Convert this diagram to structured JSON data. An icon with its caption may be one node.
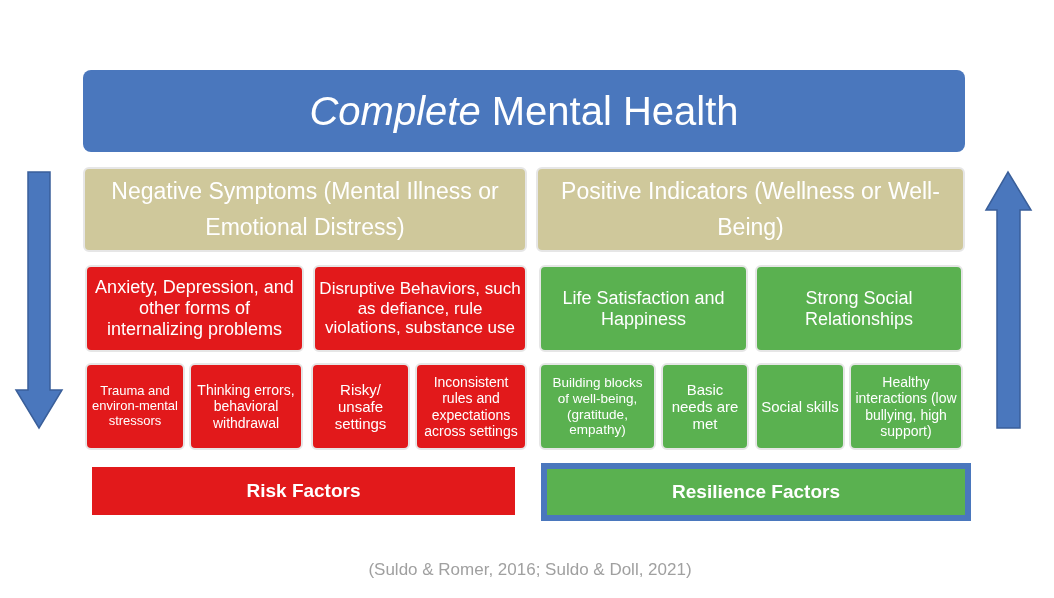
{
  "diagram": {
    "nodes": [
      {
        "text": [
          "*Complete* Mental Health"
        ]
      },
      {
        "text": [
          "Negative Symptoms (Mental Illness or Emotional Distress)"
        ]
      },
      {
        "text": [
          "Positive Indicators (Wellness or Well-Being)"
        ]
      },
      {
        "text": [
          "Anxiety, Depression, and other forms of internalizing problems"
        ]
      },
      {
        "text": [
          "Disruptive Behaviors, such as defiance, rule violations, substance use"
        ]
      },
      {
        "text": [
          "Life Satisfaction and Happiness"
        ]
      },
      {
        "text": [
          "Strong Social Relationships"
        ]
      },
      {
        "text": [
          "Trauma and environ-mental stressors"
        ]
      },
      {
        "text": [
          "Thinking errors, behavioral withdrawal"
        ]
      },
      {
        "text": [
          "Risky/ unsafe settings"
        ]
      },
      {
        "text": [
          "Inconsistent rules and expectations across settings"
        ]
      },
      {
        "text": [
          "Building blocks of well-being, (gratitude, empathy)"
        ]
      },
      {
        "text": [
          "Basic needs are met"
        ]
      },
      {
        "text": [
          "Social skills"
        ]
      },
      {
        "text": [
          "Healthy interactions (low bullying, high support)"
        ]
      },
      {
        "text": [
          "Risk Factors"
        ]
      },
      {
        "text": [
          "Resilience Factors"
        ]
      }
    ],
    "labels": [
      "(Suldo & Romer, 2016; Suldo & Doll, 2021)"
    ]
  }
}
